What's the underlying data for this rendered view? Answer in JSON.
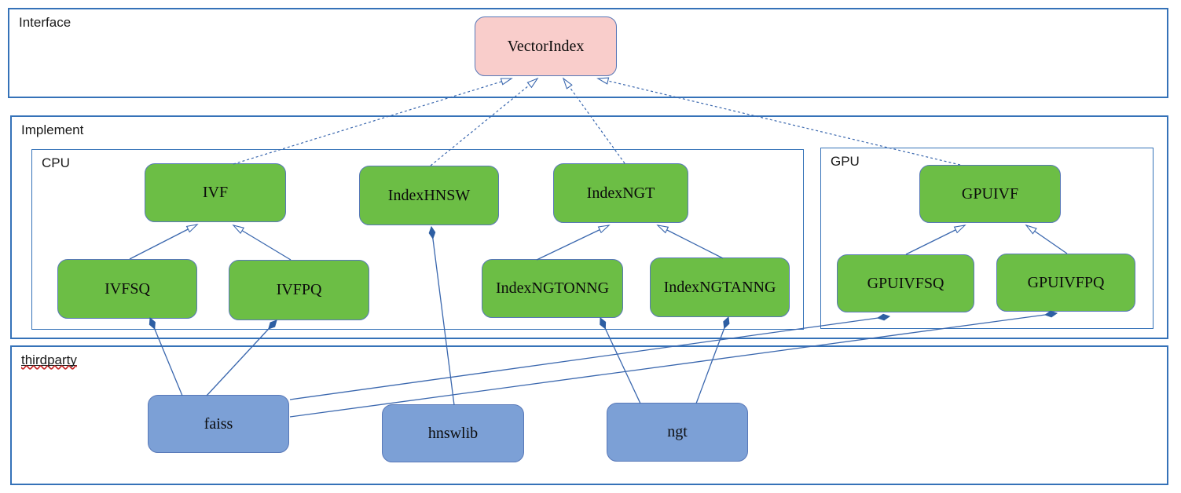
{
  "containers": {
    "interface": {
      "label": "Interface"
    },
    "implement": {
      "label": "Implement"
    },
    "cpu": {
      "label": "CPU"
    },
    "gpu": {
      "label": "GPU"
    },
    "thirdparty": {
      "label": "thirdparty",
      "spellcheck_flagged": true
    }
  },
  "nodes": {
    "vectorindex": {
      "label": "VectorIndex",
      "kind": "interface"
    },
    "ivf": {
      "label": "IVF",
      "kind": "implementation"
    },
    "indexhnsw": {
      "label": "IndexHNSW",
      "kind": "implementation"
    },
    "indexngt": {
      "label": "IndexNGT",
      "kind": "implementation"
    },
    "gpuivf": {
      "label": "GPUIVF",
      "kind": "implementation"
    },
    "ivfsq": {
      "label": "IVFSQ",
      "kind": "implementation"
    },
    "ivfpq": {
      "label": "IVFPQ",
      "kind": "implementation"
    },
    "indexngtonng": {
      "label": "IndexNGTONNG",
      "kind": "implementation"
    },
    "indexngtanng": {
      "label": "IndexNGTANNG",
      "kind": "implementation"
    },
    "gpuivfsq": {
      "label": "GPUIVFSQ",
      "kind": "implementation"
    },
    "gpuivfpq": {
      "label": "GPUIVFPQ",
      "kind": "implementation"
    },
    "faiss": {
      "label": "faiss",
      "kind": "thirdparty"
    },
    "hnswlib": {
      "label": "hnswlib",
      "kind": "thirdparty"
    },
    "ngt": {
      "label": "ngt",
      "kind": "thirdparty"
    }
  },
  "edges": [
    {
      "from": "IVF",
      "to": "VectorIndex",
      "relation": "realization"
    },
    {
      "from": "IndexHNSW",
      "to": "VectorIndex",
      "relation": "realization"
    },
    {
      "from": "IndexNGT",
      "to": "VectorIndex",
      "relation": "realization"
    },
    {
      "from": "GPUIVF",
      "to": "VectorIndex",
      "relation": "realization"
    },
    {
      "from": "IVFSQ",
      "to": "IVF",
      "relation": "inheritance"
    },
    {
      "from": "IVFPQ",
      "to": "IVF",
      "relation": "inheritance"
    },
    {
      "from": "IndexNGTONNG",
      "to": "IndexNGT",
      "relation": "inheritance"
    },
    {
      "from": "IndexNGTANNG",
      "to": "IndexNGT",
      "relation": "inheritance"
    },
    {
      "from": "GPUIVFSQ",
      "to": "GPUIVF",
      "relation": "inheritance"
    },
    {
      "from": "GPUIVFPQ",
      "to": "GPUIVF",
      "relation": "inheritance"
    },
    {
      "from": "faiss",
      "to": "IVFSQ",
      "relation": "composition"
    },
    {
      "from": "faiss",
      "to": "IVFPQ",
      "relation": "composition"
    },
    {
      "from": "faiss",
      "to": "GPUIVFSQ",
      "relation": "composition"
    },
    {
      "from": "faiss",
      "to": "GPUIVFPQ",
      "relation": "composition"
    },
    {
      "from": "hnswlib",
      "to": "IndexHNSW",
      "relation": "composition"
    },
    {
      "from": "ngt",
      "to": "IndexNGTONNG",
      "relation": "composition"
    },
    {
      "from": "ngt",
      "to": "IndexNGTANNG",
      "relation": "composition"
    }
  ],
  "colors": {
    "interface_fill": "#f9cdcb",
    "implementation_fill": "#6cbe45",
    "thirdparty_fill": "#7ca0d6",
    "node_border": "#5878b8",
    "container_border": "#3572b8",
    "connector": "#3a67ae",
    "diamond_fill": "#2e5fa3",
    "spellcheck_underline": "#c62828"
  }
}
